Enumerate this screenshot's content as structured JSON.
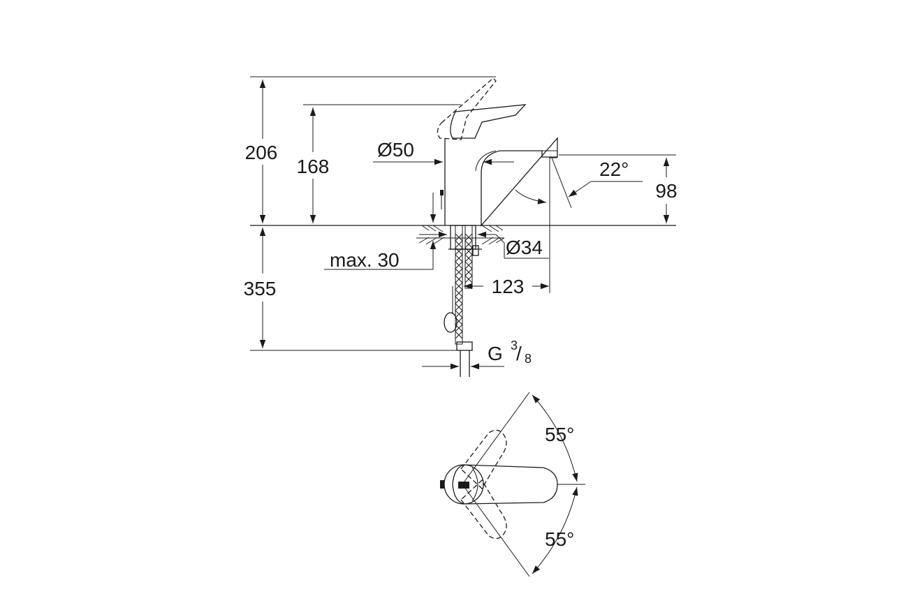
{
  "dimensions": {
    "total_height": "206",
    "lever_height": "168",
    "spout_height": "98",
    "below_deck": "355",
    "body_diameter": "Ø50",
    "hole_diameter": "Ø34",
    "deck_thickness": "max. 30",
    "spout_reach": "123",
    "spout_angle": "22°",
    "connection_prefix": "G",
    "connection_num": "3",
    "connection_den": "8",
    "rotation_top": "55°",
    "rotation_bottom": "55°"
  },
  "colors": {
    "ink": "#1a1a1a",
    "background": "#ffffff"
  }
}
